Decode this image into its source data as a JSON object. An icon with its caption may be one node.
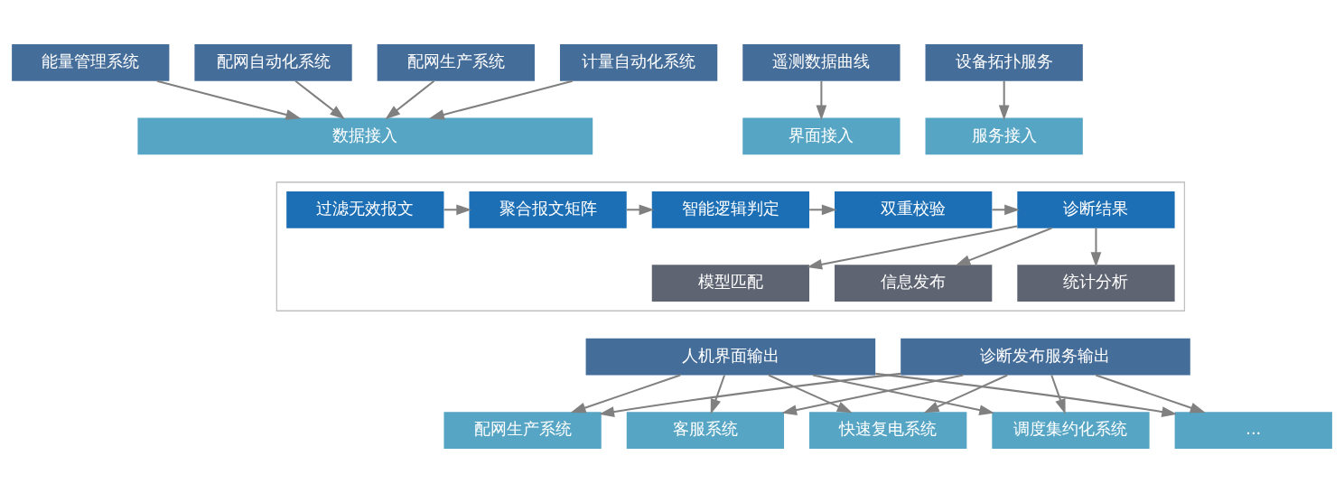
{
  "diagram": {
    "nodes": [
      {
        "text": [
          "能量管理系统"
        ]
      },
      {
        "text": [
          "配网自动化系统"
        ]
      },
      {
        "text": [
          "配网生产系统"
        ]
      },
      {
        "text": [
          "计量自动化系统"
        ]
      },
      {
        "text": [
          "遥测数据曲线"
        ]
      },
      {
        "text": [
          "设备拓扑服务"
        ]
      },
      {
        "text": [
          "数据接入"
        ]
      },
      {
        "text": [
          "界面接入"
        ]
      },
      {
        "text": [
          "服务接入"
        ]
      },
      {
        "text": [],
        "shape": "box"
      },
      {
        "text": [
          "过滤无效报文"
        ],
        "in": 9
      },
      {
        "text": [
          "聚合报文矩阵"
        ],
        "in": 9
      },
      {
        "text": [
          "智能逻辑判定"
        ],
        "in": 9
      },
      {
        "text": [
          "双重校验"
        ],
        "in": 9
      },
      {
        "text": [
          "诊断结果"
        ],
        "in": 9
      },
      {
        "text": [
          "模型匹配"
        ],
        "in": 9
      },
      {
        "text": [
          "信息发布"
        ],
        "in": 9
      },
      {
        "text": [
          "统计分析"
        ],
        "in": 9
      },
      {
        "text": [
          "人机界面输出"
        ]
      },
      {
        "text": [
          "诊断发布服务输出"
        ]
      },
      {
        "text": [
          "配网生产系统"
        ]
      },
      {
        "text": [
          "客服系统"
        ]
      },
      {
        "text": [
          "快速复电系统"
        ]
      },
      {
        "text": [
          "调度集约化系统"
        ]
      },
      {
        "text": [
          "..."
        ]
      }
    ],
    "edges": [
      {
        "from": 0,
        "to": 6,
        "arrow": "to"
      },
      {
        "from": 1,
        "to": 6,
        "arrow": "to"
      },
      {
        "from": 2,
        "to": 6,
        "arrow": "to"
      },
      {
        "from": 3,
        "to": 6,
        "arrow": "to"
      },
      {
        "from": 4,
        "to": 7,
        "arrow": "to"
      },
      {
        "from": 5,
        "to": 8,
        "arrow": "to"
      },
      {
        "from": 10,
        "to": 11,
        "arrow": "to"
      },
      {
        "from": 11,
        "to": 12,
        "arrow": "to"
      },
      {
        "from": 12,
        "to": 13,
        "arrow": "to"
      },
      {
        "from": 13,
        "to": 14,
        "arrow": "to"
      },
      {
        "from": 14,
        "to": 15,
        "arrow": "to"
      },
      {
        "from": 14,
        "to": 16,
        "arrow": "to"
      },
      {
        "from": 14,
        "to": 17,
        "arrow": "to"
      },
      {
        "from": 18,
        "to": 20,
        "arrow": "to"
      },
      {
        "from": 18,
        "to": 21,
        "arrow": "to"
      },
      {
        "from": 18,
        "to": 22,
        "arrow": "to"
      },
      {
        "from": 18,
        "to": 23,
        "arrow": "to"
      },
      {
        "from": 18,
        "to": 24,
        "arrow": "to"
      },
      {
        "from": 19,
        "to": 20,
        "arrow": "to"
      },
      {
        "from": 19,
        "to": 21,
        "arrow": "to"
      },
      {
        "from": 19,
        "to": 22,
        "arrow": "to"
      },
      {
        "from": 19,
        "to": 23,
        "arrow": "to"
      },
      {
        "from": 19,
        "to": 24,
        "arrow": "to"
      }
    ]
  }
}
